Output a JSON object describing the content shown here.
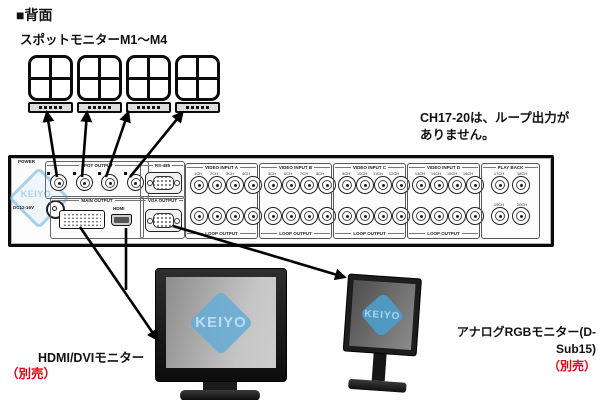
{
  "page": {
    "title": "■背面"
  },
  "spot_monitors": {
    "label": "スポットモニターM1～M4",
    "count": 4
  },
  "note": {
    "line1": "CH17-20は、ループ出力が",
    "line2": "ありません。"
  },
  "panel": {
    "brand": "KEIYO",
    "power": {
      "label": "POWER",
      "dc_label": "DC12-16V"
    },
    "spot_output": {
      "label": "SPOT OUTPUT"
    },
    "rs485": {
      "label": "RS-485"
    },
    "main_output": {
      "label": "MAIN OUTPUT",
      "hdmi_label": "HDMI",
      "vga_label": "VGA OUTPUT"
    },
    "video_sections": [
      {
        "label": "VIDEO INPUT A",
        "channels": [
          "1CH",
          "2CH",
          "3CH",
          "4CH"
        ],
        "bottom_label": "LOOP OUTPUT"
      },
      {
        "label": "VIDEO INPUT B",
        "channels": [
          "5CH",
          "6CH",
          "7CH",
          "8CH"
        ],
        "bottom_label": "LOOP OUTPUT"
      },
      {
        "label": "VIDEO INPUT C",
        "channels": [
          "9CH",
          "10CH",
          "11CH",
          "12CH"
        ],
        "bottom_label": "LOOP OUTPUT"
      },
      {
        "label": "VIDEO INPUT D",
        "channels": [
          "13CH",
          "14CH",
          "15CH",
          "16CH"
        ],
        "bottom_label": "LOOP OUTPUT"
      }
    ],
    "playback": {
      "label": "PLAY BACK",
      "channels": [
        "17CH",
        "18CH",
        "19CH",
        "20CH"
      ]
    }
  },
  "monitors": {
    "hdmi_dvi": {
      "label": "HDMI/DVIモニター",
      "note": "（別売）",
      "brand": "KEIYO"
    },
    "analog_rgb": {
      "label": "アナログRGBモニター(D-Sub15)",
      "note": "（別売）",
      "brand": "KEIYO"
    }
  },
  "colors": {
    "accent_red": "#e60012",
    "logo_blue": "#7db9de",
    "panel_border": "#0a0a0a"
  }
}
